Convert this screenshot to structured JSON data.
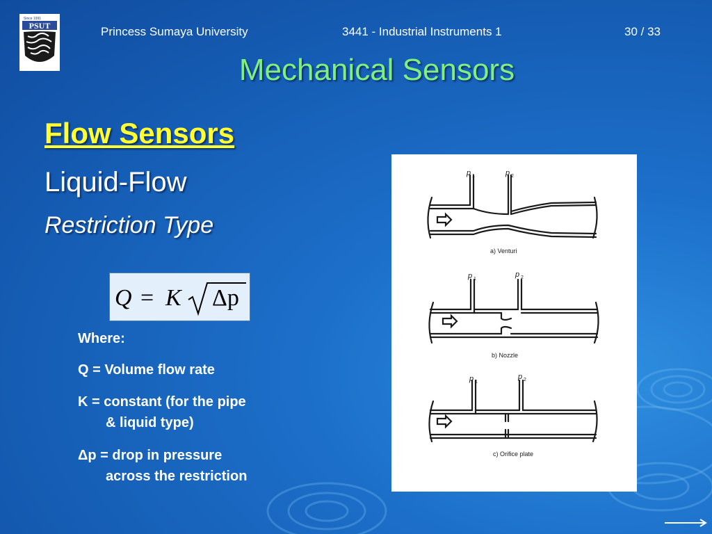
{
  "header": {
    "university": "Princess Sumaya University",
    "course": "3441 - Industrial Instruments 1",
    "page": "30 / 33"
  },
  "logo": {
    "acronym": "PSUT",
    "since": "Since 1991"
  },
  "title": "Mechanical Sensors",
  "headings": {
    "section": "Flow Sensors",
    "subsection": "Liquid-Flow",
    "type": "Restriction Type"
  },
  "formula": {
    "lhs": "Q",
    "equals": "=",
    "constant": "K",
    "radicand": "Δp"
  },
  "definitions": {
    "where": "Where:",
    "q_line": "Q = Volume flow rate",
    "k_line1": "K = constant (for the pipe",
    "k_line2": "& liquid type)",
    "dp_line1": "Δp = drop in pressure",
    "dp_line2": "across the restriction"
  },
  "diagrams": {
    "p1": "p",
    "p2": "p",
    "sub1": "1",
    "sub2": "2",
    "venturi_caption": "a) Venturi",
    "nozzle_caption": "b) Nozzle",
    "orifice_caption": "c) Orifice plate"
  },
  "colors": {
    "background": "#1c6fc9",
    "title": "#7fef7f",
    "section_heading": "#ffff33"
  },
  "icons": {
    "nav": "arrow-right-icon"
  }
}
